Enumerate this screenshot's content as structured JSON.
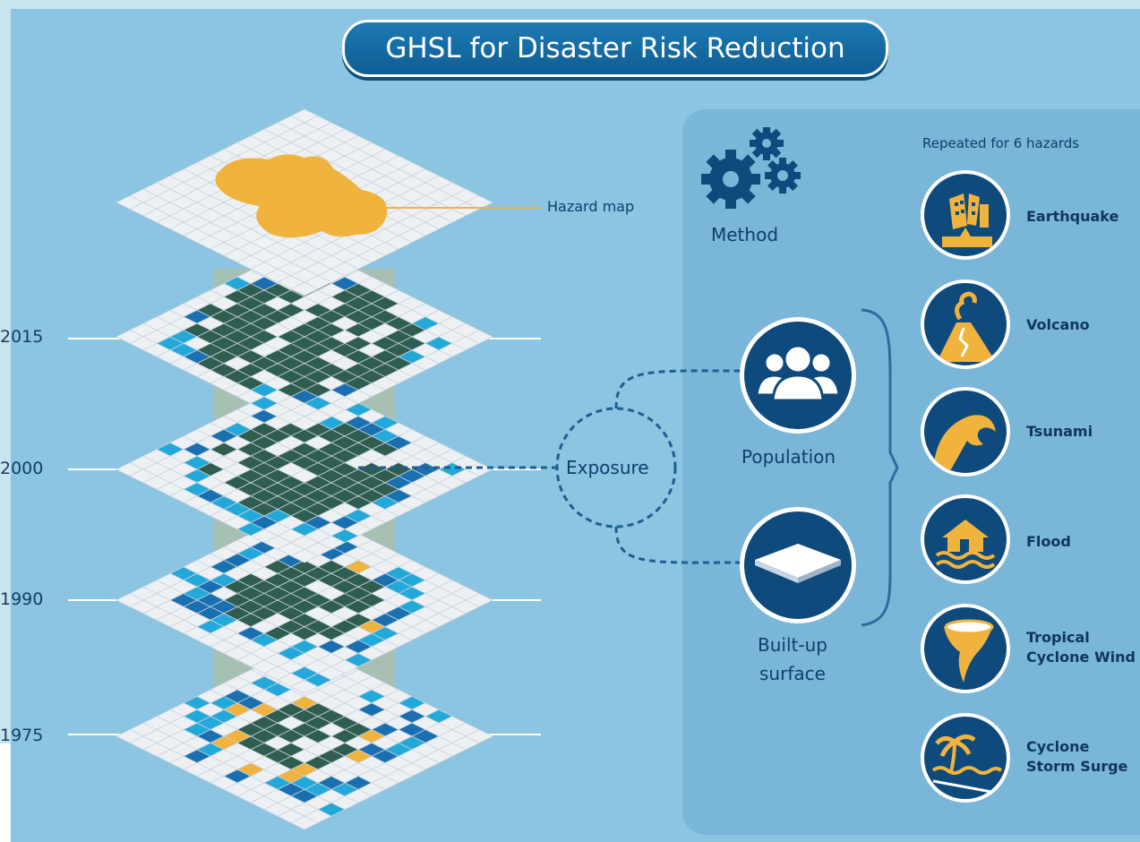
{
  "title": "GHSL for Disaster Risk Reduction",
  "hazard_map_label": "Hazard map",
  "years": [
    "2015",
    "2000",
    "1990",
    "1975"
  ],
  "exposure_label": "Exposure",
  "method_label": "Method",
  "exposure_items": [
    {
      "label": "Population",
      "icon": "people-icon"
    },
    {
      "label_line1": "Built-up",
      "label_line2": "surface",
      "icon": "surface-layer-icon"
    }
  ],
  "repeated_label": "Repeated for 6 hazards",
  "hazards": [
    {
      "line1": "Earthquake",
      "line2": "",
      "icon": "earthquake-icon"
    },
    {
      "line1": "Volcano",
      "line2": "",
      "icon": "volcano-icon"
    },
    {
      "line1": "Tsunami",
      "line2": "",
      "icon": "tsunami-icon"
    },
    {
      "line1": "Flood",
      "line2": "",
      "icon": "flood-icon"
    },
    {
      "line1": "Tropical",
      "line2": "Cyclone Wind",
      "icon": "cyclone-wind-icon"
    },
    {
      "line1": "Cyclone",
      "line2": "Storm Surge",
      "icon": "storm-surge-icon"
    }
  ],
  "colors": {
    "background": "#8bc5e2",
    "navy": "#0f4a7d",
    "hazard_orange": "#f0b33e",
    "grid_white": "#eef1f4",
    "blue_cell": "#1a6fb0",
    "light_blue_cell": "#22a9da",
    "dark_green_cell": "#2f5d4f"
  }
}
